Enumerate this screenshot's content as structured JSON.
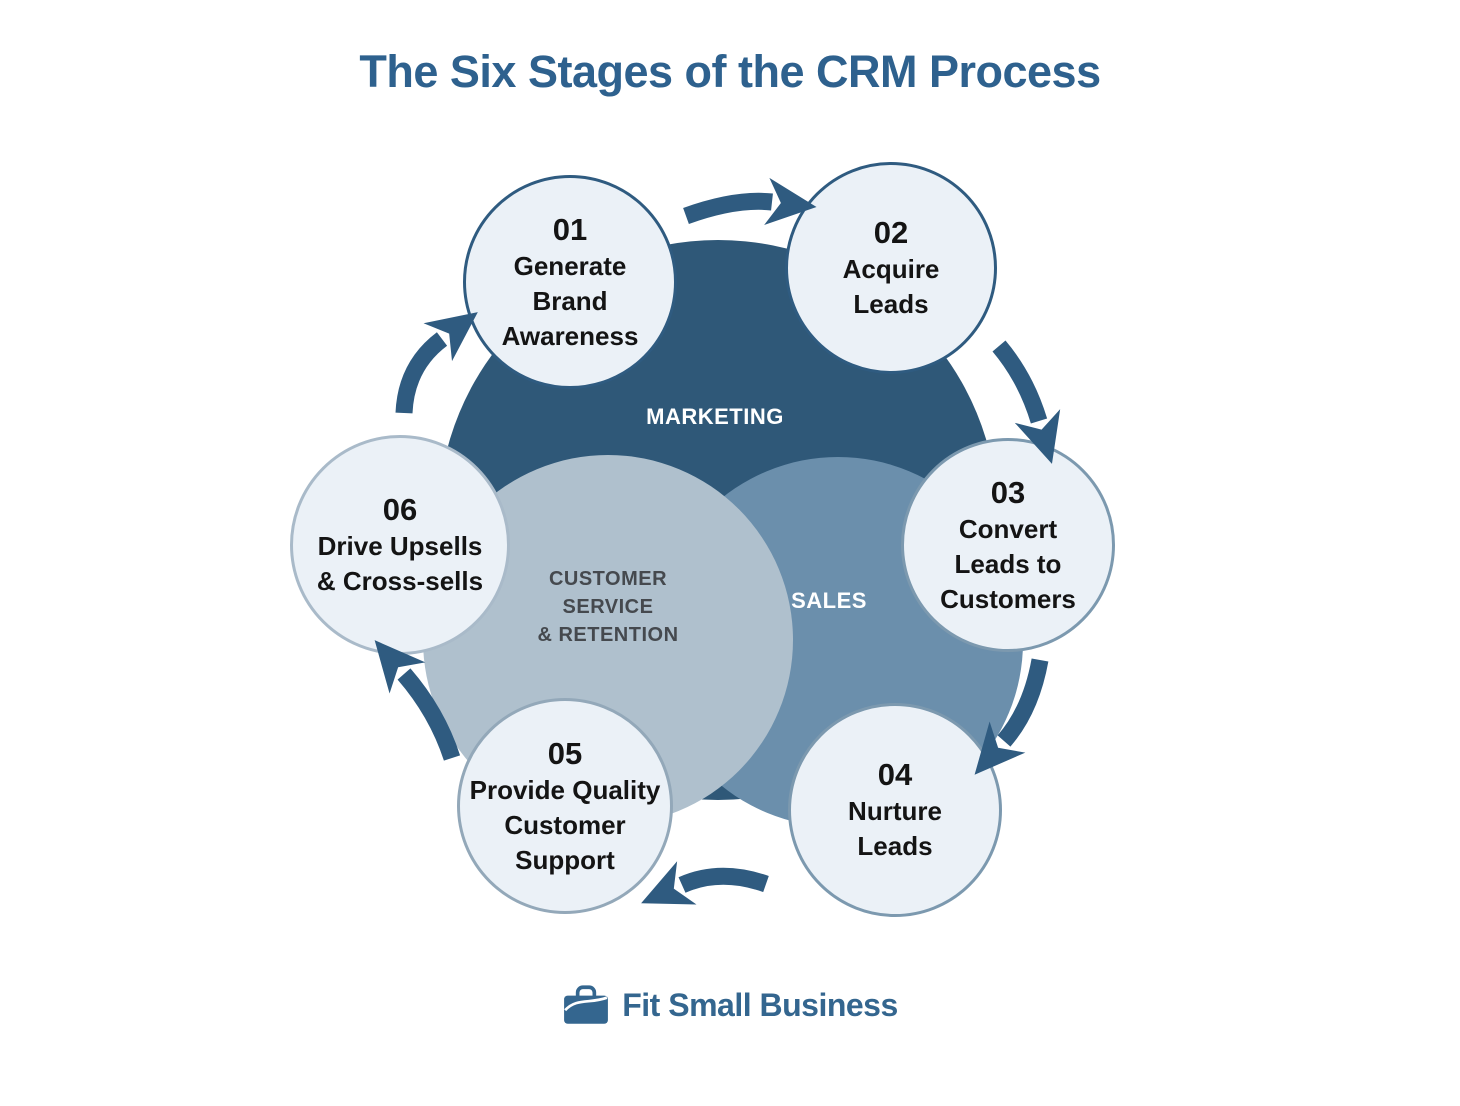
{
  "title": "The Six Stages of the CRM Process",
  "diagram": {
    "regions": [
      {
        "id": "marketing",
        "label": "MARKETING",
        "color": "#2F5878"
      },
      {
        "id": "sales",
        "label": "SALES",
        "color": "#6B8FAC"
      },
      {
        "id": "customer-service",
        "label": "CUSTOMER\nSERVICE\n& RETENTION",
        "color": "#AFC0CD"
      }
    ],
    "stages": [
      {
        "number": "01",
        "label": "Generate\nBrand\nAwareness"
      },
      {
        "number": "02",
        "label": "Acquire\nLeads"
      },
      {
        "number": "03",
        "label": "Convert\nLeads to\nCustomers"
      },
      {
        "number": "04",
        "label": "Nurture\nLeads"
      },
      {
        "number": "05",
        "label": "Provide Quality\nCustomer\nSupport"
      },
      {
        "number": "06",
        "label": "Drive Upsells\n& Cross-sells"
      }
    ],
    "flow_direction": "clockwise"
  },
  "colors": {
    "title_blue": "#2E618E",
    "arrow_blue": "#2F5B80",
    "stage_fill": "#EBF1F7",
    "brand_blue": "#34668F"
  },
  "footer": {
    "brand": "Fit Small Business"
  }
}
